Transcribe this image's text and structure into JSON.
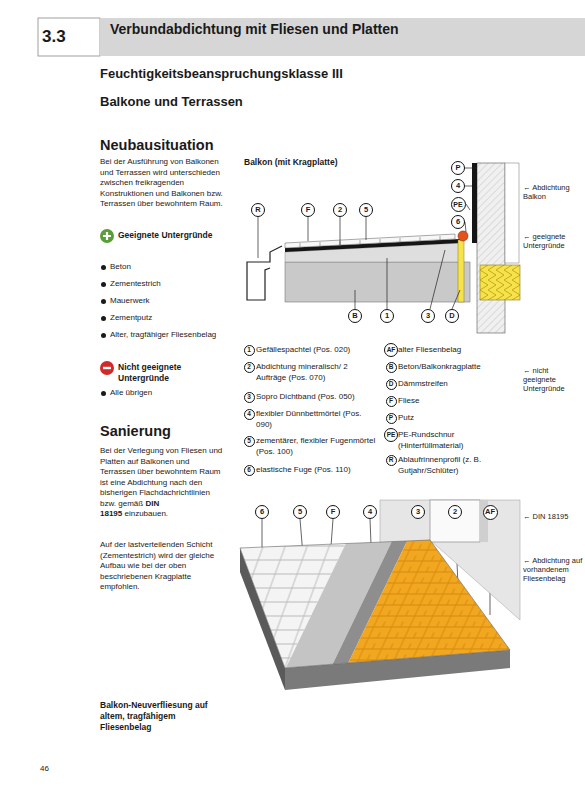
{
  "diagram": {
    "title": "Verbundabdichtung mit Fliesen und Platten",
    "nodes": [
      {
        "text": [
          "P"
        ]
      },
      {
        "text": [
          "4"
        ]
      },
      {
        "text": [
          "PE"
        ]
      },
      {
        "text": [
          "6"
        ]
      },
      {
        "text": [
          "R"
        ]
      },
      {
        "text": [
          "F"
        ]
      },
      {
        "text": [
          "2"
        ]
      },
      {
        "text": [
          "5"
        ]
      },
      {
        "text": [
          "B"
        ]
      },
      {
        "text": [
          "1"
        ]
      },
      {
        "text": [
          "3"
        ]
      },
      {
        "text": [
          "D"
        ]
      },
      {
        "text": [
          "1"
        ]
      },
      {
        "text": [
          "2"
        ]
      },
      {
        "text": [
          "3"
        ]
      },
      {
        "text": [
          "4"
        ]
      },
      {
        "text": [
          "5"
        ]
      },
      {
        "text": [
          "6"
        ]
      },
      {
        "text": [
          "AF"
        ]
      },
      {
        "text": [
          "B"
        ]
      },
      {
        "text": [
          "D"
        ]
      },
      {
        "text": [
          "F"
        ]
      },
      {
        "text": [
          "P"
        ]
      },
      {
        "text": [
          "PE"
        ]
      },
      {
        "text": [
          "R"
        ]
      },
      {
        "text": [
          "6"
        ]
      },
      {
        "text": [
          "5"
        ]
      },
      {
        "text": [
          "F"
        ]
      },
      {
        "text": [
          "4"
        ]
      },
      {
        "text": [
          "3"
        ]
      },
      {
        "text": [
          "2"
        ]
      },
      {
        "text": [
          "AF"
        ]
      }
    ],
    "labels": [
      "3.3",
      "Feuchtigkeitsbeanspruchungsklasse III",
      "Balkone und Terrassen",
      "Neubausituation",
      "Bei der Ausführung von Balkonen und Terrassen wird unterschieden zwischen freikragenden Konstruktionen und Balkonen bzw. Terrassen über bewohntem Raum.",
      "Geeignete Untergründe",
      "Beton",
      "Zementestrich",
      "Mauerwerk",
      "Zementputz",
      "Alter, tragfähiger Fliesenbelag",
      "Nicht geeignete Untergründe",
      "Alle übrigen",
      "Sanierung",
      "Bei der Verlegung von Fliesen und Platten auf Balkonen und Terrassen über bewohntem Raum ist eine Abdichtung nach den bisherigen Flachdachrichtlinien bzw. gemäß",
      "DIN 18195",
      "einzubauen.",
      "Auf der lastverteilenden Schicht (Zementestrich) wird der gleiche Aufbau wie bei der oben beschriebenen Kragplatte empfohlen.",
      "Balkon (mit Kragplatte)",
      "← Abdichtung Balkon",
      "← geeignete Untergründe",
      "Gefällespachtel (Pos. 020)",
      "Abdichtung mineralisch/ 2 Aufträge (Pos. 070)",
      "Sopro Dichtband (Pos. 050)",
      "flexibler Dünnbettmörtel (Pos. 090)",
      "zementärer, flexibler Fugenmörtel (Pos. 100)",
      "elastische Fuge (Pos. 110)",
      "alter Fliesenbelag",
      "Beton/Balkonkragplatte",
      "Dämmstreifen",
      "Fliese",
      "Putz",
      "PE-Rundschnur (Hinterfüllmaterial)",
      "Ablaufrinnenprofil (z. B. Gutjahr/Schlüter)",
      "← nicht geeignete Untergründe",
      "← DIN 18195",
      "← Abdichtung auf vorhandenem Fliesenbelag",
      "Balkon-Neuverfliesung auf altem, tragfähigem Fliesenbelag",
      "46"
    ]
  }
}
